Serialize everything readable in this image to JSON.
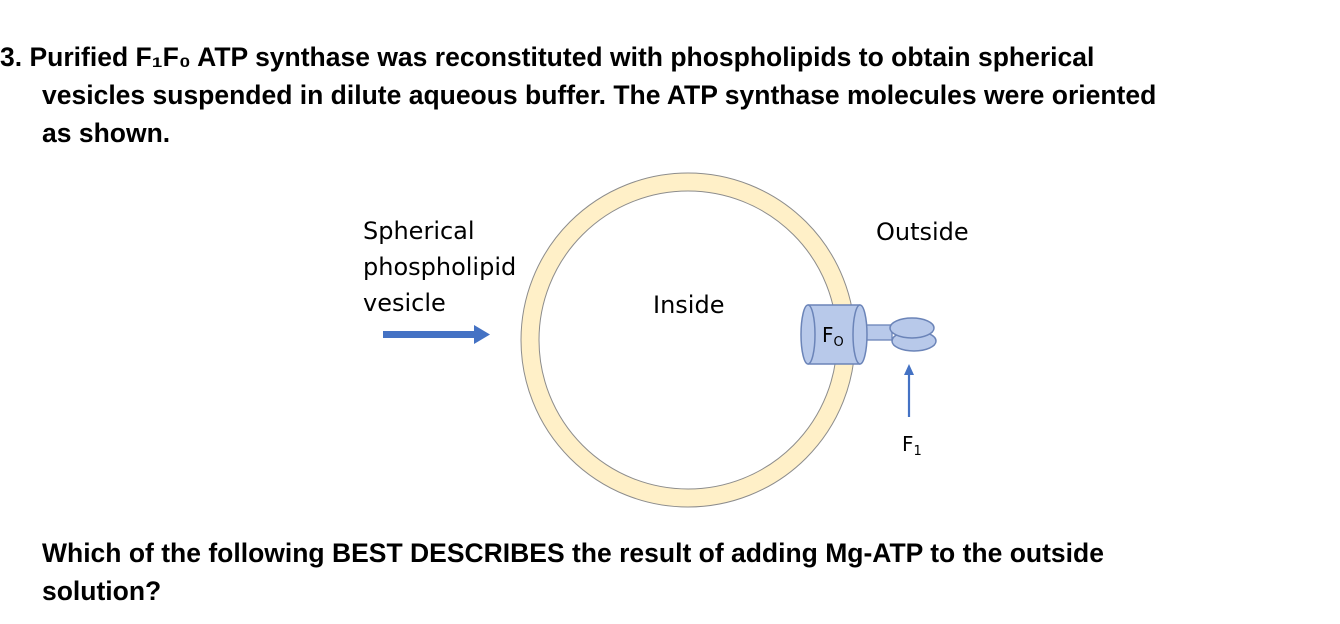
{
  "question": {
    "number": "3.",
    "line1": "Purified F₁F₀ ATP synthase was reconstituted with phospholipids to obtain spherical",
    "line2": "vesicles suspended in dilute aqueous buffer.  The ATP synthase molecules were oriented",
    "line3": "as shown.",
    "prompt_line1": "Which of the following BEST DESCRIBES the result of adding Mg-ATP to the outside",
    "prompt_line2": "solution?"
  },
  "diagram": {
    "vesicle_label_line1": "Spherical",
    "vesicle_label_line2": "phospholipid",
    "vesicle_label_line3": "vesicle",
    "outside_label": "Outside",
    "inside_label": "Inside",
    "fo_label_main": "F",
    "fo_label_sub": "O",
    "f1_label_main": "F",
    "f1_label_sub": "1",
    "colors": {
      "membrane_fill": "#fff0c8",
      "membrane_stroke": "#8c8c8c",
      "synthase_fill": "#b8c9ea",
      "synthase_stroke": "#6b84b8",
      "arrow": "#4472c4"
    }
  }
}
